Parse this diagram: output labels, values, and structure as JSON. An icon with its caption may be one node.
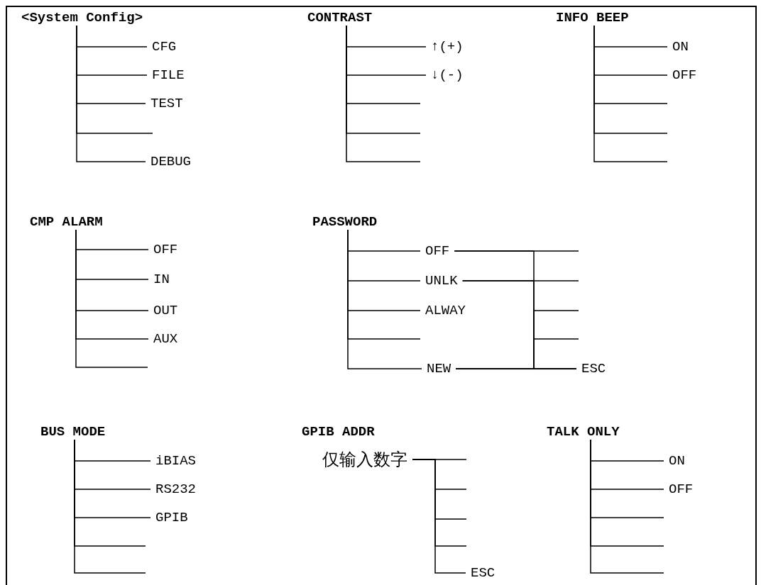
{
  "diagram": {
    "nodes": [
      {
        "text": [
          "<System Config>"
        ]
      },
      {
        "text": [
          "CFG"
        ]
      },
      {
        "text": [
          "FILE"
        ]
      },
      {
        "text": [
          "TEST"
        ]
      },
      {
        "text": [
          "DEBUG"
        ]
      },
      {
        "text": [
          "CONTRAST"
        ]
      },
      {
        "text": [
          "↑(+)"
        ]
      },
      {
        "text": [
          "↓(-)"
        ]
      },
      {
        "text": [
          "INFO BEEP"
        ]
      },
      {
        "text": [
          "ON"
        ]
      },
      {
        "text": [
          "OFF"
        ]
      },
      {
        "text": [
          "CMP ALARM"
        ]
      },
      {
        "text": [
          "OFF"
        ]
      },
      {
        "text": [
          "IN"
        ]
      },
      {
        "text": [
          "OUT"
        ]
      },
      {
        "text": [
          "AUX"
        ]
      },
      {
        "text": [
          "PASSWORD"
        ]
      },
      {
        "text": [
          "OFF"
        ]
      },
      {
        "text": [
          "UNLK"
        ]
      },
      {
        "text": [
          "ALWAY"
        ]
      },
      {
        "text": [
          "NEW"
        ]
      },
      {
        "text": [
          "ESC"
        ]
      },
      {
        "text": [
          "BUS MODE"
        ]
      },
      {
        "text": [
          "iBIAS"
        ]
      },
      {
        "text": [
          "RS232"
        ]
      },
      {
        "text": [
          "GPIB"
        ]
      },
      {
        "text": [
          "GPIB ADDR"
        ]
      },
      {
        "text": [
          "仅输入数字"
        ]
      },
      {
        "text": [
          "ESC"
        ]
      },
      {
        "text": [
          "TALK ONLY"
        ]
      },
      {
        "text": [
          "ON"
        ]
      },
      {
        "text": [
          "OFF"
        ]
      }
    ],
    "edges": [
      {
        "from": 0,
        "to": 1,
        "arrow": "none"
      },
      {
        "from": 0,
        "to": 2,
        "arrow": "none"
      },
      {
        "from": 0,
        "to": 3,
        "arrow": "none"
      },
      {
        "from": 0,
        "to": null,
        "arrow": "none"
      },
      {
        "from": 0,
        "to": 4,
        "arrow": "none"
      },
      {
        "from": 5,
        "to": 6,
        "arrow": "none"
      },
      {
        "from": 5,
        "to": 7,
        "arrow": "none"
      },
      {
        "from": 5,
        "to": null,
        "arrow": "none"
      },
      {
        "from": 5,
        "to": null,
        "arrow": "none"
      },
      {
        "from": 5,
        "to": null,
        "arrow": "none"
      },
      {
        "from": 8,
        "to": 9,
        "arrow": "none"
      },
      {
        "from": 8,
        "to": 10,
        "arrow": "none"
      },
      {
        "from": 8,
        "to": null,
        "arrow": "none"
      },
      {
        "from": 8,
        "to": null,
        "arrow": "none"
      },
      {
        "from": 8,
        "to": null,
        "arrow": "none"
      },
      {
        "from": 11,
        "to": 12,
        "arrow": "none"
      },
      {
        "from": 11,
        "to": 13,
        "arrow": "none"
      },
      {
        "from": 11,
        "to": 14,
        "arrow": "none"
      },
      {
        "from": 11,
        "to": 15,
        "arrow": "none"
      },
      {
        "from": 11,
        "to": null,
        "arrow": "none"
      },
      {
        "from": 16,
        "to": 17,
        "arrow": "none"
      },
      {
        "from": 16,
        "to": 18,
        "arrow": "none"
      },
      {
        "from": 16,
        "to": 19,
        "arrow": "none"
      },
      {
        "from": 16,
        "to": null,
        "arrow": "none"
      },
      {
        "from": 16,
        "to": 20,
        "arrow": "none"
      },
      {
        "from": 17,
        "to": 21,
        "arrow": "none"
      },
      {
        "from": 18,
        "to": 21,
        "arrow": "none"
      },
      {
        "from": 20,
        "to": 21,
        "arrow": "none"
      },
      {
        "from": 17,
        "to": null,
        "arrow": "none"
      },
      {
        "from": 18,
        "to": null,
        "arrow": "none"
      },
      {
        "from": 20,
        "to": null,
        "arrow": "none"
      },
      {
        "from": 20,
        "to": null,
        "arrow": "none"
      },
      {
        "from": 22,
        "to": 23,
        "arrow": "none"
      },
      {
        "from": 22,
        "to": 24,
        "arrow": "none"
      },
      {
        "from": 22,
        "to": 25,
        "arrow": "none"
      },
      {
        "from": 22,
        "to": null,
        "arrow": "none"
      },
      {
        "from": 22,
        "to": null,
        "arrow": "none"
      },
      {
        "from": 27,
        "to": null,
        "arrow": "none"
      },
      {
        "from": 27,
        "to": null,
        "arrow": "none"
      },
      {
        "from": 27,
        "to": null,
        "arrow": "none"
      },
      {
        "from": 27,
        "to": null,
        "arrow": "none"
      },
      {
        "from": 27,
        "to": 28,
        "arrow": "none"
      },
      {
        "from": 29,
        "to": 30,
        "arrow": "none"
      },
      {
        "from": 29,
        "to": 31,
        "arrow": "none"
      },
      {
        "from": 29,
        "to": null,
        "arrow": "none"
      },
      {
        "from": 29,
        "to": null,
        "arrow": "none"
      },
      {
        "from": 29,
        "to": null,
        "arrow": "none"
      }
    ]
  }
}
